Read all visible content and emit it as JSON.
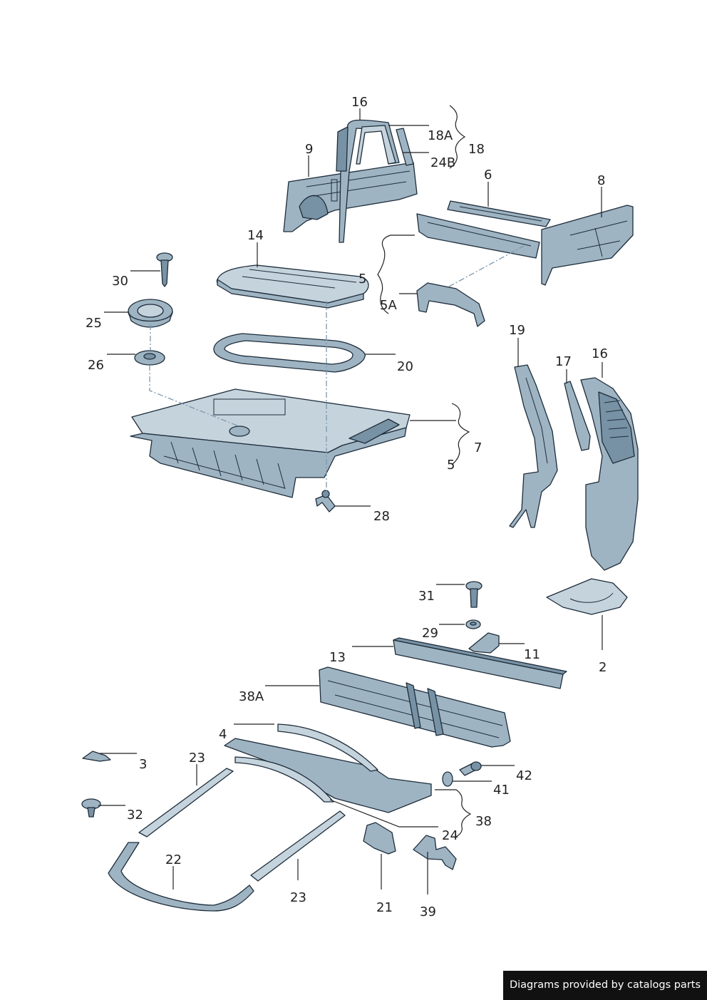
{
  "labels": {
    "l16a": "16",
    "l18A": "18A",
    "l18": "18",
    "l24B": "24B",
    "l9": "9",
    "l6": "6",
    "l8": "8",
    "l14": "14",
    "l30": "30",
    "l5": "5",
    "l5A": "5A",
    "l25": "25",
    "l26": "26",
    "l20": "20",
    "l19": "19",
    "l17": "17",
    "l16b": "16",
    "l7": "7",
    "l5b": "5",
    "l28": "28",
    "l31": "31",
    "l29": "29",
    "l11": "11",
    "l13": "13",
    "l2": "2",
    "l38A": "38A",
    "l4": "4",
    "l3": "3",
    "l23a": "23",
    "l42": "42",
    "l41": "41",
    "l32": "32",
    "l38": "38",
    "l24": "24",
    "l22": "22",
    "l23b": "23",
    "l21": "21",
    "l39": "39"
  },
  "credit": "Diagrams provided by catalogs parts",
  "colors": {
    "part": "#9fb4c3",
    "outline": "#1d2c3a",
    "credit_bg": "#111111"
  }
}
